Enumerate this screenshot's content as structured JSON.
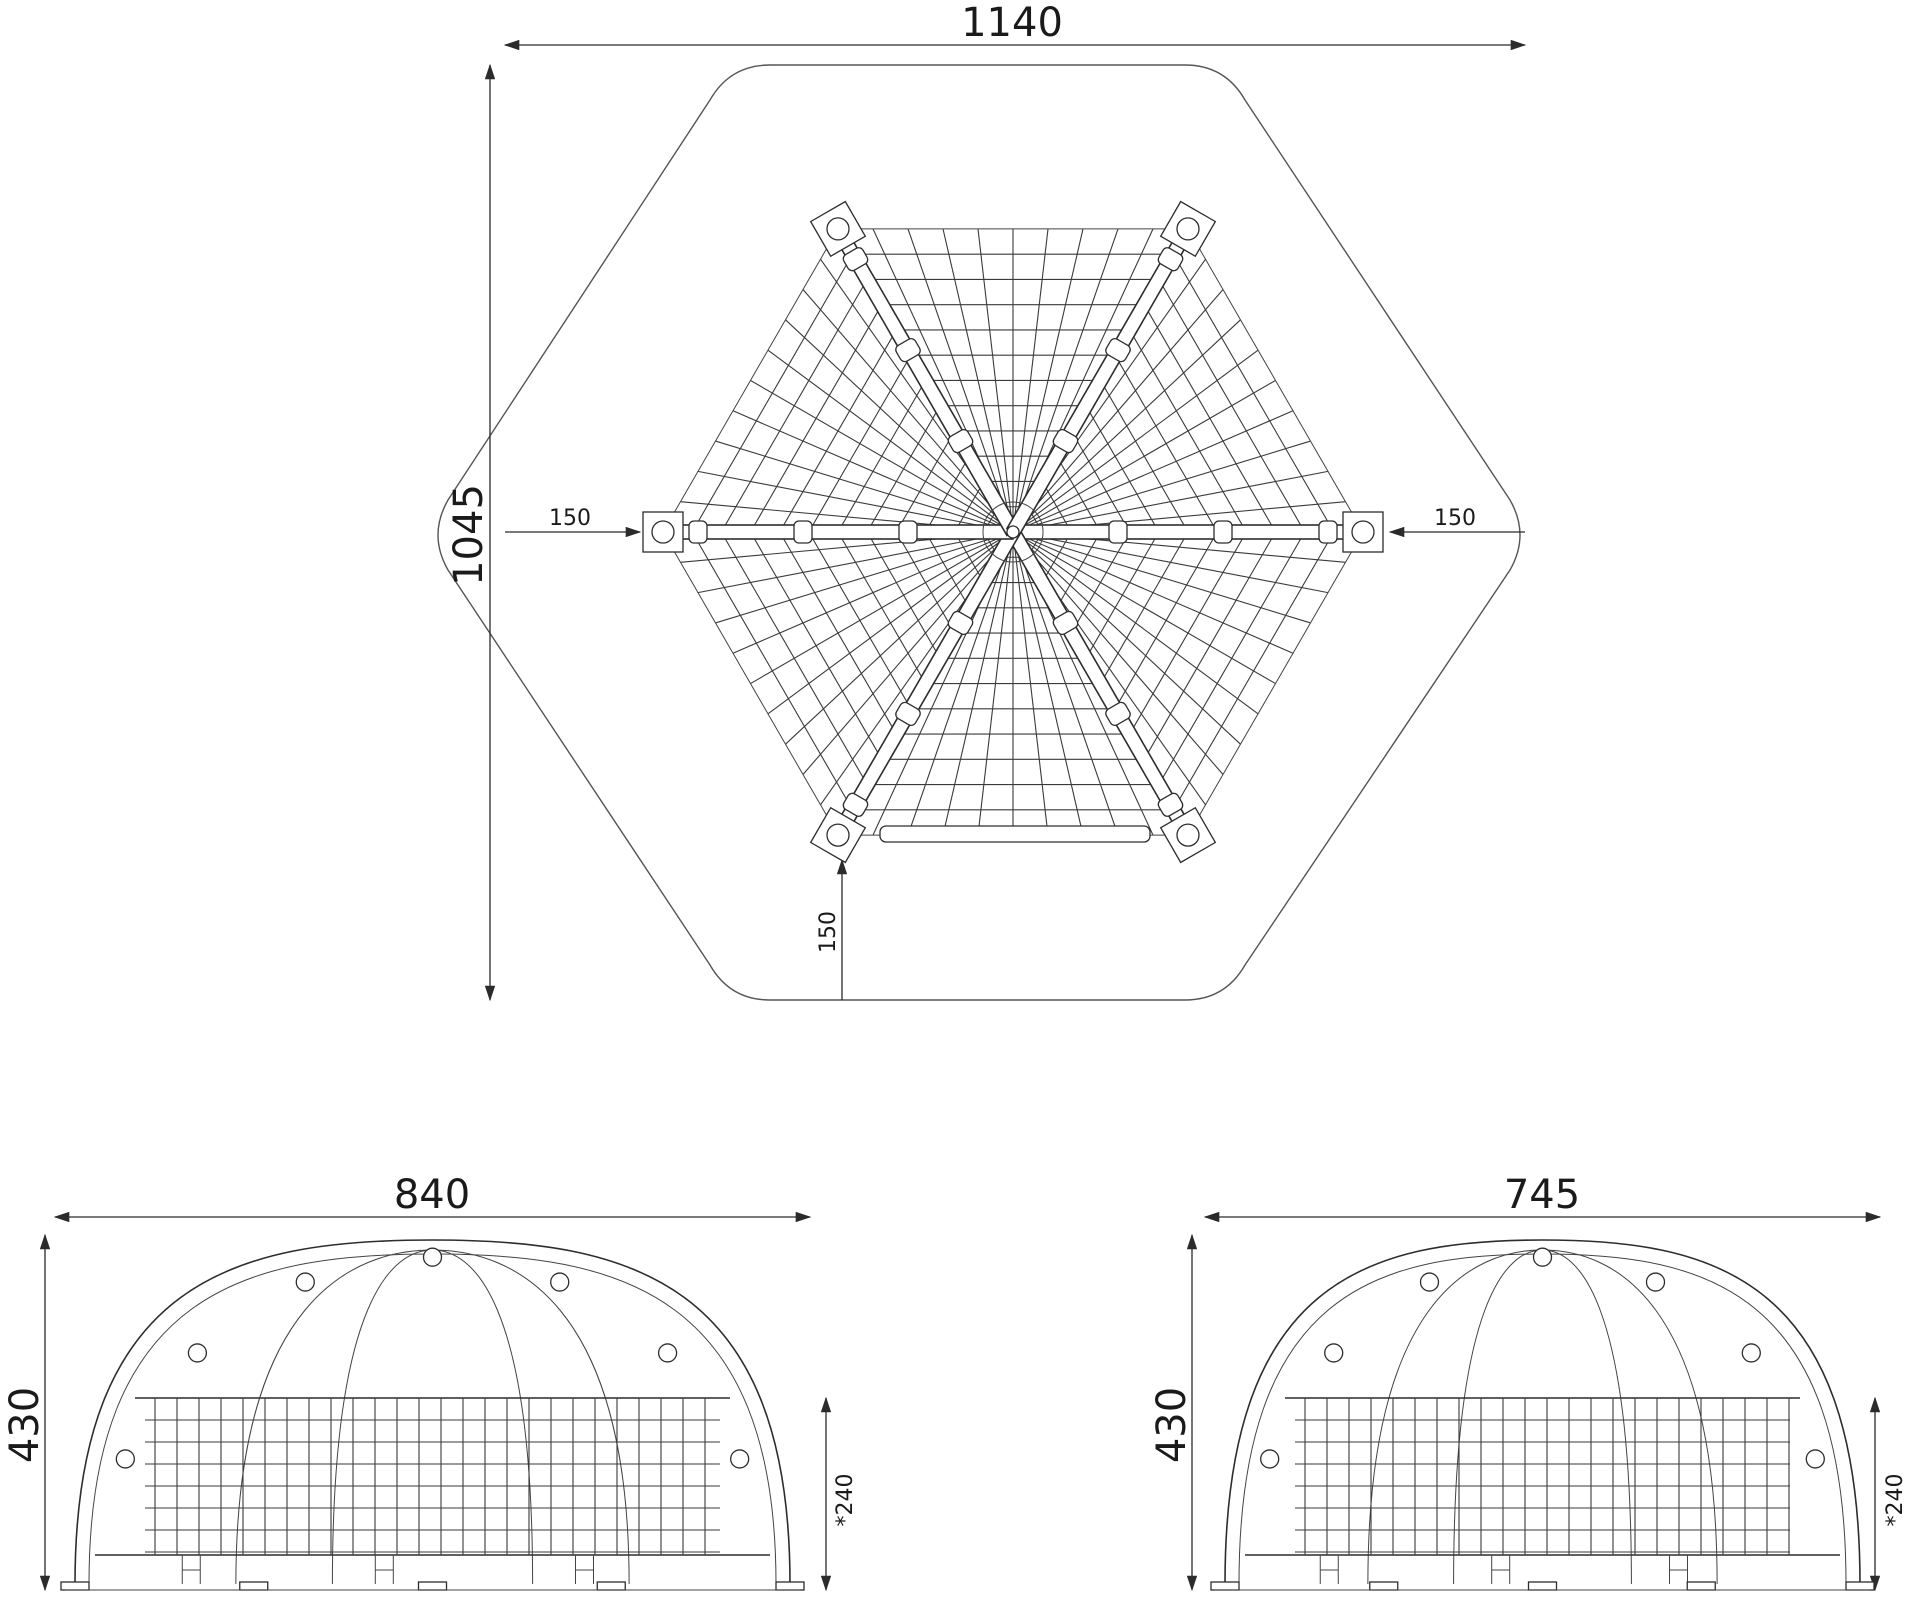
{
  "colors": {
    "line": "#2d2d2d",
    "outline": "#555555",
    "background": "#ffffff"
  },
  "top_view": {
    "width_label": "1140",
    "height_label": "1045",
    "left_margin_label": "150",
    "right_margin_label": "150",
    "bottom_margin_label": "150"
  },
  "front_view": {
    "width_label": "840",
    "height_label": "430",
    "platform_height_label": "*240"
  },
  "side_view": {
    "width_label": "745",
    "height_label": "430",
    "platform_height_label": "*240"
  }
}
